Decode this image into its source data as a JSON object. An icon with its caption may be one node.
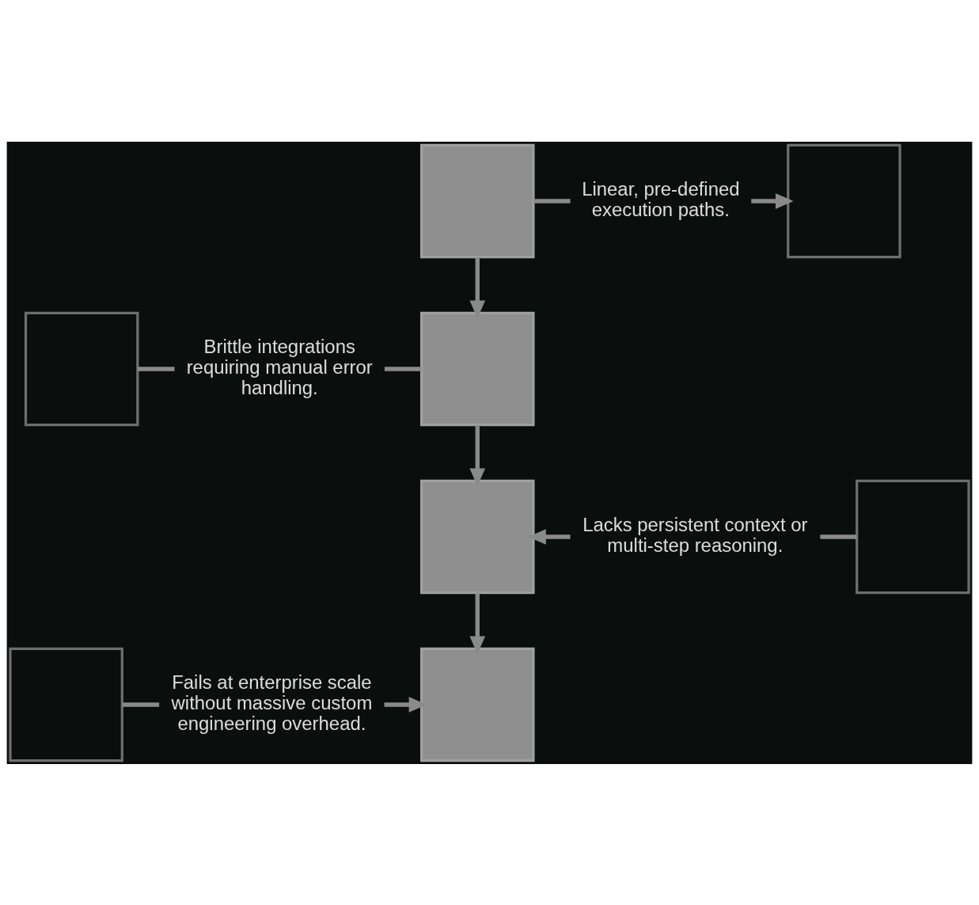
{
  "diagram": {
    "nodes": [
      {
        "text": [],
        "shape": "box"
      },
      {
        "text": [
          "Linear, pre-defined execution paths."
        ]
      },
      {
        "text": [],
        "shape": "box"
      },
      {
        "text": [],
        "shape": "box"
      },
      {
        "text": [
          "Brittle integrations requiring manual error handling."
        ]
      },
      {
        "text": [],
        "shape": "box"
      },
      {
        "text": [],
        "shape": "box"
      },
      {
        "text": [
          "Lacks persistent context or multi-step reasoning."
        ]
      },
      {
        "text": [],
        "shape": "box"
      },
      {
        "text": [],
        "shape": "box"
      },
      {
        "text": [
          "Fails at enterprise scale without massive custom engineering overhead."
        ]
      },
      {
        "text": [],
        "shape": "box"
      }
    ],
    "edges": [
      {
        "from": 0,
        "to": 1,
        "arrow": "none"
      },
      {
        "from": 1,
        "to": 2,
        "arrow": "to"
      },
      {
        "from": 0,
        "to": 5,
        "arrow": "to"
      },
      {
        "from": 3,
        "to": 4,
        "arrow": "none"
      },
      {
        "from": 4,
        "to": 5,
        "arrow": "none"
      },
      {
        "from": 5,
        "to": 6,
        "arrow": "to"
      },
      {
        "from": 7,
        "to": 6,
        "arrow": "to"
      },
      {
        "from": 7,
        "to": 8,
        "arrow": "none"
      },
      {
        "from": 6,
        "to": 11,
        "arrow": "to"
      },
      {
        "from": 9,
        "to": 10,
        "arrow": "none"
      },
      {
        "from": 10,
        "to": 11,
        "arrow": "to"
      }
    ]
  }
}
